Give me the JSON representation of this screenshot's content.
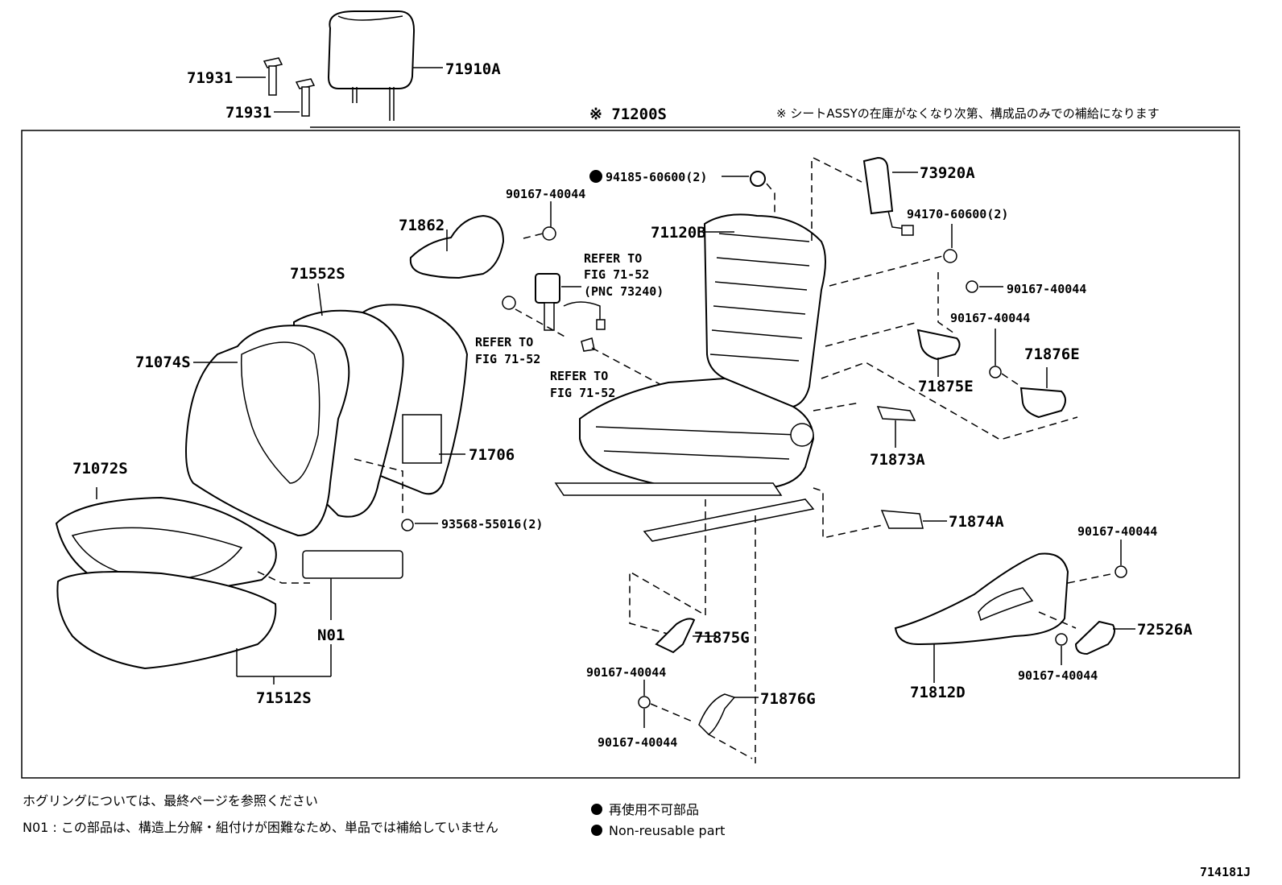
{
  "diagram_id": "714181J",
  "main_assembly": "※ 71200S",
  "supply_note": "※ シートASSYの在庫がなくなり次第、構成品のみでの補給になります",
  "parts": {
    "p71931a": "71931",
    "p71931b": "71931",
    "p71910A": "71910A",
    "p94185": "94185-60600(2)",
    "p73920A": "73920A",
    "p90167_top": "90167-40044",
    "p71862": "71862",
    "p71120B": "71120B",
    "p94170": "94170-60600(2)",
    "p90167_r1": "90167-40044",
    "p90167_r2": "90167-40044",
    "p71876E": "71876E",
    "p71875E": "71875E",
    "p71552S": "71552S",
    "p71074S": "71074S",
    "p71706": "71706",
    "p71072S": "71072S",
    "p93568": "93568-55016(2)",
    "p71873A": "71873A",
    "p71874A": "71874A",
    "p90167_r3": "90167-40044",
    "p72526A": "72526A",
    "p90167_r4": "90167-40044",
    "p71812D": "71812D",
    "pN01": "N01",
    "p71512S": "71512S",
    "p71875G": "71875G",
    "p90167_b1": "90167-40044",
    "p71876G": "71876G",
    "p90167_b2": "90167-40044"
  },
  "refs": {
    "r1_l1": "REFER TO",
    "r1_l2": "FIG 71-52",
    "r1_l3": "(PNC 73240)",
    "r2_l1": "REFER TO",
    "r2_l2": "FIG 71-52",
    "r3_l1": "REFER TO",
    "r3_l2": "FIG 71-52"
  },
  "footer": {
    "hog_note": "ホグリングについては、最終ページを参照ください",
    "n01_note": "N01 : この部品は、構造上分解・組付けが困難なため、単品では補給していません",
    "legend_jp": "再使用不可部品",
    "legend_en": "Non-reusable part"
  }
}
